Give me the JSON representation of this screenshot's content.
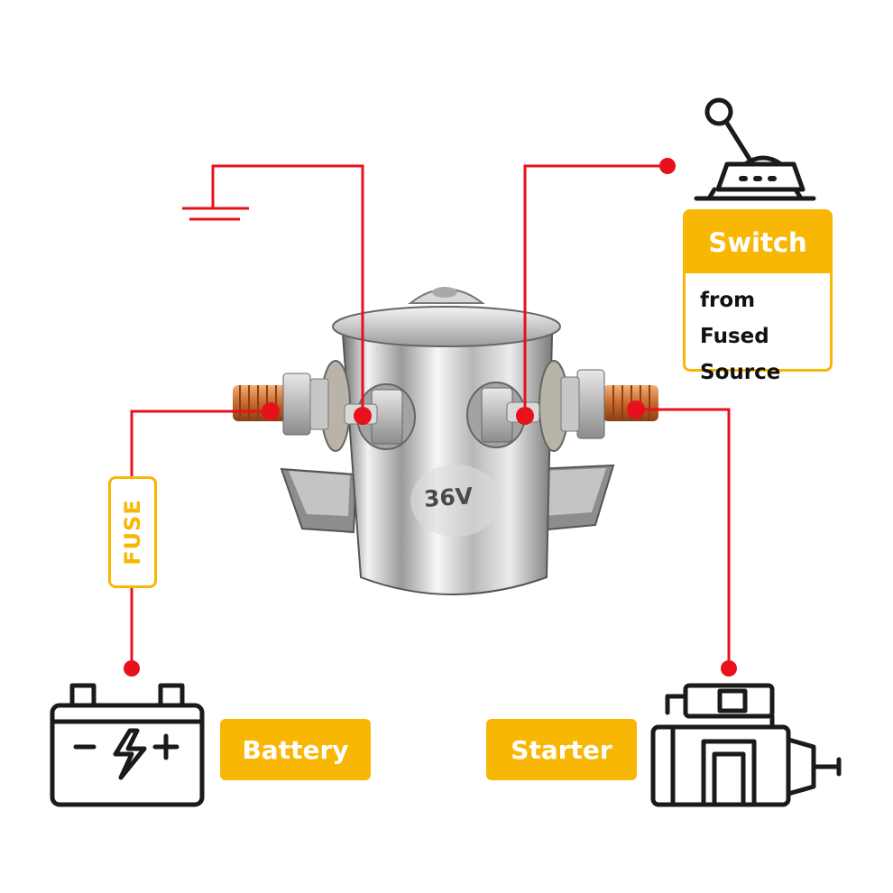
{
  "labels": {
    "fuse": "FUSE",
    "switch_title": "Switch",
    "switch_line1": "from Fused",
    "switch_line2": "Source",
    "battery": "Battery",
    "starter": "Starter",
    "solenoid_voltage": "36V"
  },
  "colors": {
    "wire": "#e8101b",
    "accent": "#f8b704",
    "icon_stroke": "#1a1a1a",
    "copper": "#d27a3a"
  },
  "icons": [
    "ground-symbol-icon",
    "switch-lever-icon",
    "battery-icon",
    "starter-motor-icon",
    "solenoid-image"
  ]
}
